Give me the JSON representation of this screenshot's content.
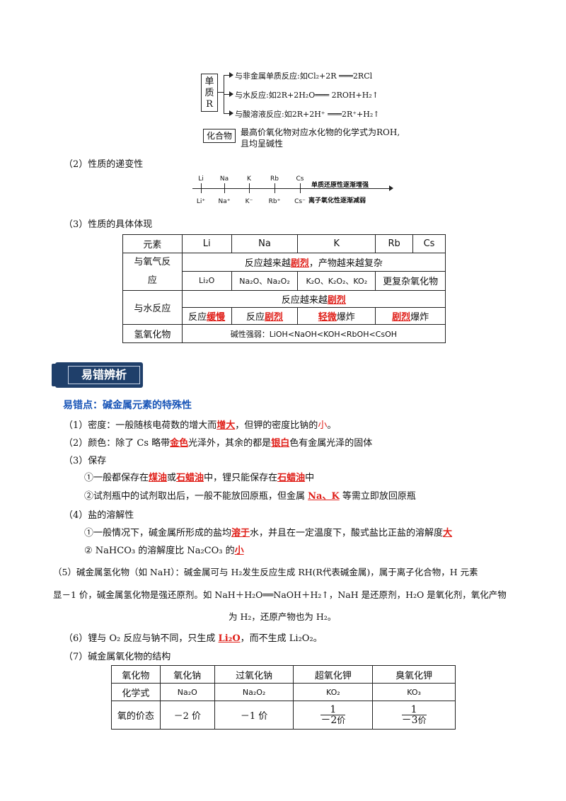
{
  "diagram": {
    "box1": "单质R",
    "box1_lines": [
      "单",
      "质",
      "R"
    ],
    "r1": "与非金属单质反应:如Cl₂+2R ═══2RCl",
    "r2": "与水反应:如2R+2H₂O═══ 2ROH+H₂↑",
    "r3": "与酸溶液反应:如2R+2H⁺ ═══2R⁺+H₂↑",
    "box2": "化合物",
    "c1": "最高价氧化物对应水化物的化学式为ROH,",
    "c2": "且均呈碱性"
  },
  "section2_title": "（2）性质的递变性",
  "trend": {
    "elements": [
      "Li",
      "Na",
      "K",
      "Rb",
      "Cs"
    ],
    "ions": [
      "Li⁺",
      "Na⁺",
      "K⁻",
      "Rb⁺",
      "Cs⁻"
    ],
    "label1": "单质还原性逐渐增强",
    "label2": "离子氧化性逐渐减弱"
  },
  "section3_title": "（3）性质的具体体现",
  "table1": {
    "headers": [
      "元素",
      "Li",
      "Na",
      "K",
      "Rb",
      "Cs"
    ],
    "oxy_label_a": "与氧气反",
    "oxy_label_b": "应",
    "oxy_summary_pre": "反应越来越",
    "oxy_summary_red": "剧烈",
    "oxy_summary_post": "，产物越来越复杂",
    "oxy_li": "Li₂O",
    "oxy_na": "Na₂O、Na₂O₂",
    "oxy_k": "K₂O、K₂O₂、KO₂",
    "oxy_rbcs": "更复杂氧化物",
    "water_label": "与水反应",
    "water_summary_pre": "反应越来越",
    "water_summary_red": "剧烈",
    "water_li_pre": "反应",
    "water_li_red": "缓慢",
    "water_na_pre": "反应",
    "water_na_red": "剧烈",
    "water_k_red": "轻微",
    "water_k_post": "爆炸",
    "water_rbcs_red": "剧烈",
    "water_rbcs_post": "爆炸",
    "hydroxide_label": "氢氧化物",
    "hydroxide_value": "碱性强弱：LiOH<NaOH<KOH<RbOH<CsOH"
  },
  "banner": "易错辨析",
  "heading": "易错点：碱金属元素的特殊性",
  "p1": {
    "pre": "（1）密度：一般随核电荷数的增大而",
    "red1": "增大",
    "mid": "，但钾的密度比钠的",
    "red2": "小",
    "post": "。"
  },
  "p2": {
    "pre": "（2）颜色：除了 Cs 略带",
    "red1": "金色",
    "mid": "光泽外，其余的都是",
    "red2": "银白",
    "post": "色有金属光泽的固体"
  },
  "p3_title": "（3）保存",
  "p3a": {
    "pre": "①一般都保存在",
    "red1": "煤油",
    "mid": "或",
    "red2": "石蜡油",
    "mid2": "中，锂只能保存在",
    "red3": "石蜡油",
    "post": "中"
  },
  "p3b": {
    "pre": "②试剂瓶中的试剂取出后，一般不能放回原瓶，但金属 ",
    "red": "Na、K",
    "post": " 等需立即放回原瓶"
  },
  "p4_title": "（4）盐的溶解性",
  "p4a": {
    "pre": "①一般情况下，碱金属所形成的盐均",
    "red1": "溶于",
    "mid": "水，并且在一定温度下，酸式盐比正盐的溶解度",
    "red2": "大"
  },
  "p4b": {
    "pre": "② NaHCO₃ 的溶解度比 Na₂CO₃ 的",
    "red": "小"
  },
  "p5_line1": "（5）碱金属氢化物（如 NaH）：碱金属可与 H₂发生反应生成 RH(R代表碱金属)，属于离子化合物，H 元素",
  "p5_line2": "显－1 价，碱金属氢化物是强还原剂。如 NaH＋H₂O══NaOH＋H₂↑，NaH 是还原剂，H₂O 是氧化剂，氧化产物",
  "p5_line3": "为 H₂，还原产物也为 H₂。",
  "p6": {
    "pre": "（6）锂与 O₂ 反应与钠不同，只生成 ",
    "red": "Li₂O",
    "post": "，而不生成 Li₂O₂。"
  },
  "p7_title": "（7）碱金属氧化物的结构",
  "table2": {
    "headers": [
      "氧化物",
      "氧化钠",
      "过氧化钠",
      "超氧化钾",
      "臭氧化钾"
    ],
    "formula_label": "化学式",
    "formulas": [
      "Na₂O",
      "Na₂O₂",
      "KO₂",
      "KO₃"
    ],
    "valence_label": "氧的价态",
    "v1": "－2 价",
    "v2": "－1 价",
    "v3_num": "1",
    "v3_den": "－2",
    "v3_unit": "价",
    "v4_num": "1",
    "v4_den": "－3",
    "v4_unit": "价"
  }
}
